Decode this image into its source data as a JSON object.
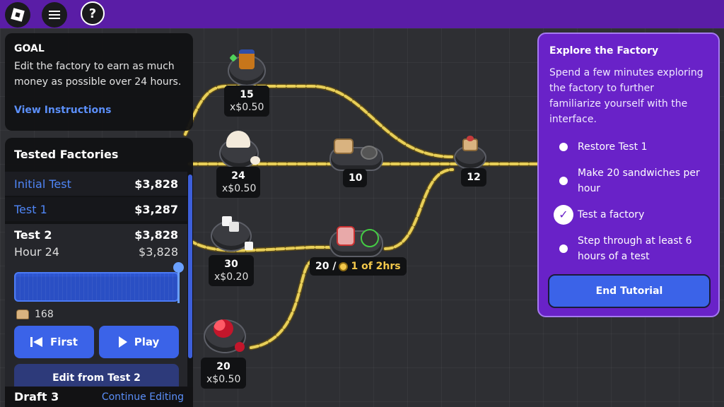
{
  "goal": {
    "title": "GOAL",
    "text": "Edit the factory to earn as much money as possible over 24 hours.",
    "link": "View Instructions"
  },
  "tested": {
    "title": "Tested Factories",
    "rows": [
      {
        "name": "Initial Test",
        "value": "$3,828"
      },
      {
        "name": "Test 1",
        "value": "$3,287"
      }
    ],
    "selected": {
      "name": "Test 2",
      "value": "$3,828",
      "hour_label": "Hour 24",
      "hour_value": "$3,828"
    },
    "sandwich_count": "168",
    "timeline_progress": 1.0,
    "first_label": "First",
    "play_label": "Play",
    "edit_label": "Edit from Test 2"
  },
  "draft": {
    "name": "Draft 3",
    "link": "Continue Editing"
  },
  "machines": {
    "peanut_butter": {
      "rate": "15",
      "price": "x$0.50"
    },
    "bread": {
      "rate": "24",
      "price": "x$0.50"
    },
    "sandwich_builder": {
      "rate": "10"
    },
    "output": {
      "rate": "12"
    },
    "sugar": {
      "rate": "30",
      "price": "x$0.20"
    },
    "jam": {
      "rate": "20 /",
      "upgrade": "1 of 2hrs"
    },
    "berries": {
      "rate": "20",
      "price": "x$0.50"
    }
  },
  "tutorial": {
    "title": "Explore the Factory",
    "text": "Spend a few minutes exploring the factory to further familiarize yourself with the interface.",
    "tasks": [
      {
        "label": "Restore Test 1",
        "done": false
      },
      {
        "label": "Make 20 sandwiches per hour",
        "done": false
      },
      {
        "label": "Test a factory",
        "done": true
      },
      {
        "label": "Step through at least 6 hours of a test",
        "done": false
      }
    ],
    "end_button": "End Tutorial"
  },
  "colors": {
    "topbar": "#5a1da6",
    "tutorial_bg": "#6922c8",
    "button_blue": "#3b63e8",
    "link_blue": "#4f86f7",
    "belt_yellow": "#e8cf58"
  }
}
